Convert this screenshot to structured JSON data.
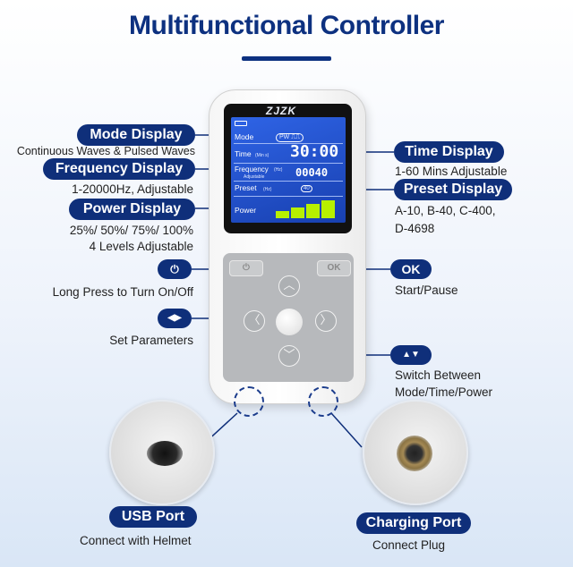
{
  "title": "Multifunctional Controller",
  "colors": {
    "brand": "#0f2f7a",
    "title": "#0d3180",
    "lcd_bg": "#1f4cc8",
    "power_bar": "#b7f000"
  },
  "device": {
    "brand": "ZJZK",
    "screen": {
      "mode_label": "Mode",
      "mode_indicator": "PW ⎍⎍",
      "time_label": "Time",
      "time_unit": "(Min s)",
      "time_value": "30:00",
      "frequency_label": "Frequency",
      "frequency_unit": "(Hz)",
      "frequency_sub": "Adjustable",
      "frequency_value": "00040",
      "preset_label": "Preset",
      "preset_unit": "(Hz)",
      "preset_value": "40",
      "power_label": "Power",
      "power_level": 4
    },
    "keys": {
      "power": "⏻",
      "ok": "OK",
      "up": "︿",
      "down": "﹀",
      "left": "〈",
      "right": "〉"
    }
  },
  "callouts": {
    "mode": {
      "label": "Mode Display",
      "desc": "Continuous Waves & Pulsed Waves"
    },
    "frequency": {
      "label": "Frequency Display",
      "desc": "1-20000Hz, Adjustable"
    },
    "power": {
      "label": "Power Display",
      "desc1": "25%/ 50%/ 75%/ 100%",
      "desc2": "4 Levels Adjustable"
    },
    "time": {
      "label": "Time Display",
      "desc": "1-60 Mins Adjustable"
    },
    "preset": {
      "label": "Preset Display",
      "desc1": "A-10, B-40, C-400,",
      "desc2": "D-4698"
    },
    "power_button": {
      "icon": "⏻",
      "desc": "Long Press to Turn On/Off"
    },
    "ok_button": {
      "label": "OK",
      "desc": "Start/Pause"
    },
    "lr_buttons": {
      "icon": "◀▶",
      "desc": "Set Parameters"
    },
    "ud_buttons": {
      "icon": "▲▼",
      "desc1": "Switch Between",
      "desc2": "Mode/Time/Power"
    },
    "usb": {
      "label": "USB Port",
      "desc": "Connect with Helmet"
    },
    "charging": {
      "label": "Charging Port",
      "desc": "Connect Plug"
    }
  }
}
